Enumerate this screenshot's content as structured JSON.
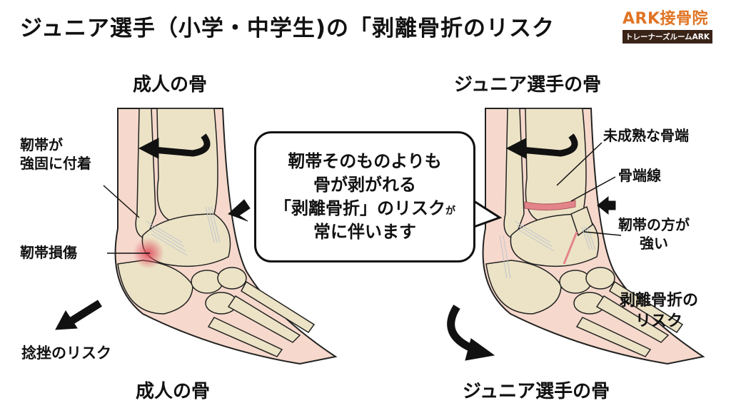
{
  "header": {
    "title": "ジュニア選手（小学・中学生)の「剥離骨折のリスク"
  },
  "logo": {
    "main": "ARK接骨院",
    "sub": "トレーナーズルームARK",
    "main_color": "#e07424",
    "sub_bg_color": "#3a2418"
  },
  "left_panel": {
    "heading_top": "成人の骨",
    "heading_bottom": "成人の骨",
    "labels": {
      "ligament_attach_line1": "靭帯が",
      "ligament_attach_line2": "強固に付着",
      "ligament_injury": "靭帯損傷",
      "sprain_risk": "捻挫のリスク"
    },
    "icons": [
      "rotation-arrow-icon",
      "push-arrow-icon",
      "outward-arrow-icon"
    ]
  },
  "speech_bubble": {
    "line1": "靭帯そのものよりも",
    "line2": "骨が剥がれる",
    "line3_main": "「剥離骨折」のリスク",
    "line3_small": "が",
    "line4": "常に伴います"
  },
  "right_panel": {
    "heading_top": "ジュニア選手の骨",
    "heading_bottom": "ジュニア選手の骨",
    "labels": {
      "immature_epiphysis": "未成熟な骨端",
      "growth_plate": "骨端線",
      "ligament_stronger_line1": "靭帯の方が",
      "ligament_stronger_line2": "強い",
      "avulsion_risk_line1": "剥離骨折の",
      "avulsion_risk_line2": "リスク"
    },
    "icons": [
      "rotation-arrow-icon",
      "push-arrow-icon",
      "curved-down-arrow-icon"
    ]
  },
  "colors": {
    "bone": "#ece3c6",
    "bone_shadow": "#cfc3a0",
    "skin": "#f6d9cc",
    "injury": "#e0485a",
    "growth_plate": "#e3848a",
    "outline": "#222222"
  }
}
